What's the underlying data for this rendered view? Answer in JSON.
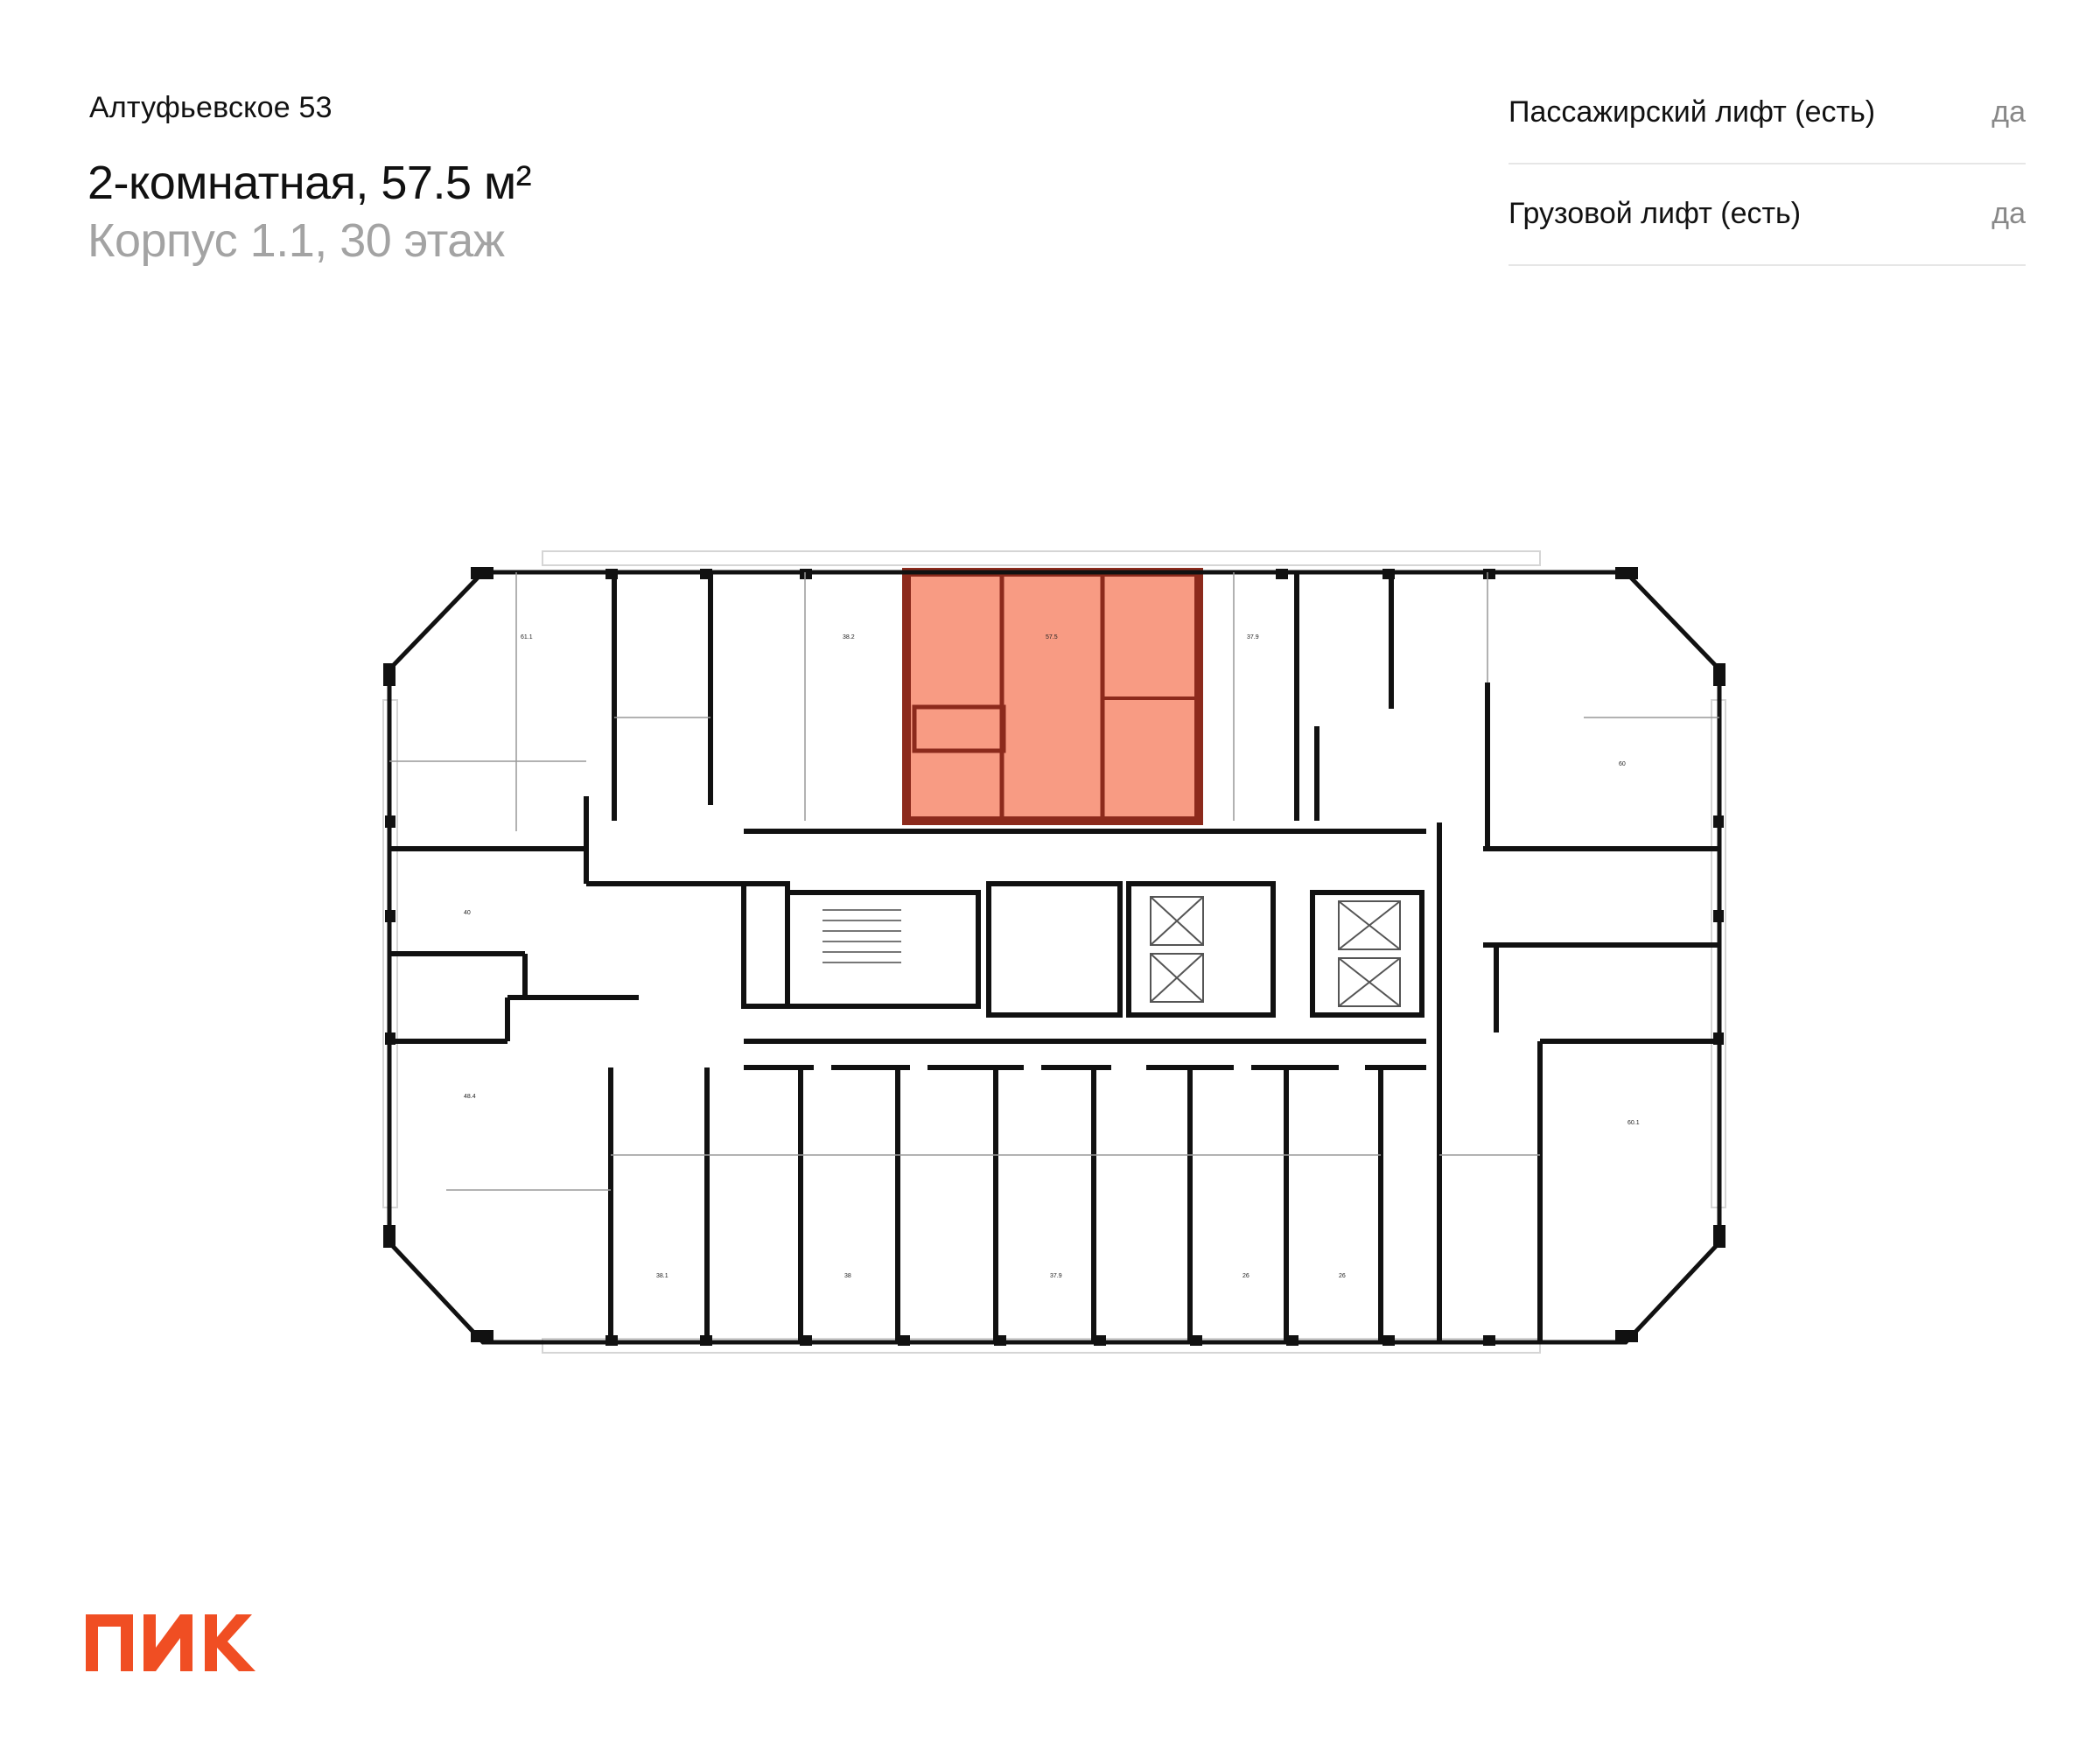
{
  "header": {
    "project": "Алтуфьевское 53",
    "apartment_title": "2-комнатная, 57.5 м²",
    "building_floor": "Корпус 1.1, 30 этаж"
  },
  "features": [
    {
      "label": "Пассажирский лифт (есть)",
      "value": "да"
    },
    {
      "label": "Грузовой лифт (есть)",
      "value": "да"
    }
  ],
  "plan": {
    "highlight_color": "#f89b83",
    "highlight_stroke": "#8c2a1c",
    "room_labels": [
      "61.1",
      "38.2",
      "57.5",
      "37.9",
      "60",
      "40",
      "48.4",
      "38.1",
      "38",
      "37.9",
      "26",
      "26",
      "60.1"
    ]
  },
  "brand": {
    "logo_text": "ПИК",
    "color": "#f04e23"
  }
}
